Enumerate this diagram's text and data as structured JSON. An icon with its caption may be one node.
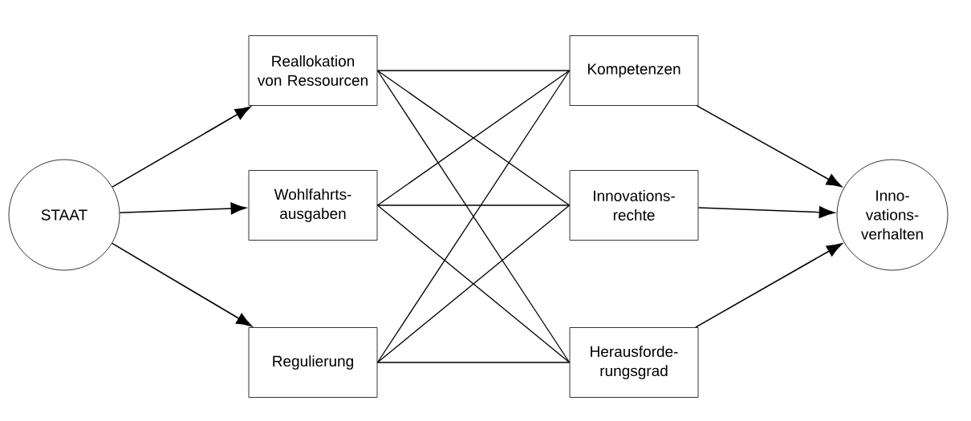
{
  "diagram": {
    "nodes": [
      {
        "text": [
          "STAAT"
        ]
      },
      {
        "text": [
          "Reallokation von Ressourcen"
        ]
      },
      {
        "text": [
          "Wohlfahrts- ausgaben"
        ]
      },
      {
        "text": [
          "Regulierung"
        ]
      },
      {
        "text": [
          "Kompetenzen"
        ]
      },
      {
        "text": [
          "Innovations- rechte"
        ]
      },
      {
        "text": [
          "Herausforde- rungsgrad"
        ]
      },
      {
        "text": [
          "Inno- vations- verhalten"
        ]
      }
    ],
    "edges": [
      {
        "from": 0,
        "to": 1,
        "arrow": "to"
      },
      {
        "from": 0,
        "to": 2,
        "arrow": "to"
      },
      {
        "from": 0,
        "to": 3,
        "arrow": "to"
      },
      {
        "from": 1,
        "to": 4,
        "arrow": "none"
      },
      {
        "from": 1,
        "to": 5,
        "arrow": "none"
      },
      {
        "from": 1,
        "to": 6,
        "arrow": "none"
      },
      {
        "from": 2,
        "to": 4,
        "arrow": "none"
      },
      {
        "from": 2,
        "to": 5,
        "arrow": "none"
      },
      {
        "from": 2,
        "to": 6,
        "arrow": "none"
      },
      {
        "from": 3,
        "to": 4,
        "arrow": "none"
      },
      {
        "from": 3,
        "to": 5,
        "arrow": "none"
      },
      {
        "from": 3,
        "to": 6,
        "arrow": "none"
      },
      {
        "from": 4,
        "to": 7,
        "arrow": "to"
      },
      {
        "from": 5,
        "to": 7,
        "arrow": "to"
      },
      {
        "from": 6,
        "to": 7,
        "arrow": "to"
      }
    ]
  }
}
